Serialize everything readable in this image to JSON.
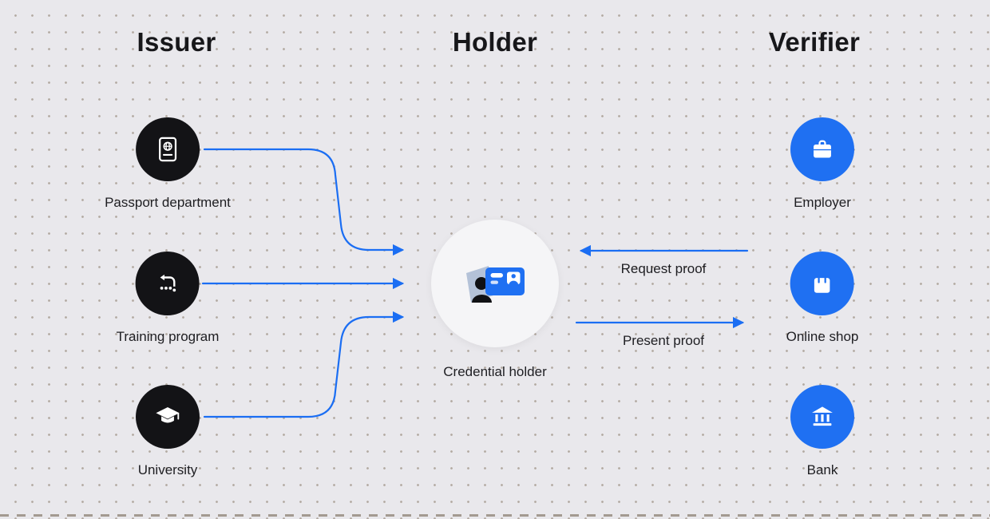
{
  "columns": {
    "issuer": {
      "title": "Issuer",
      "items": [
        {
          "label": "Passport department",
          "icon": "passport-icon"
        },
        {
          "label": "Training program",
          "icon": "training-program-icon"
        },
        {
          "label": "University",
          "icon": "graduation-cap-icon"
        }
      ]
    },
    "holder": {
      "title": "Holder",
      "label": "Credential holder",
      "icon": "credential-card-icon"
    },
    "verifier": {
      "title": "Verifier",
      "items": [
        {
          "label": "Employer",
          "icon": "briefcase-icon"
        },
        {
          "label": "Online shop",
          "icon": "shopping-bag-icon"
        },
        {
          "label": "Bank",
          "icon": "bank-icon"
        }
      ]
    }
  },
  "arrows": {
    "request_label": "Request proof",
    "present_label": "Present proof"
  },
  "colors": {
    "arrow_blue": "#1b6ef3",
    "verifier_blue": "#1f70f2",
    "issuer_black": "#131316",
    "background": "#e9e8ec"
  }
}
